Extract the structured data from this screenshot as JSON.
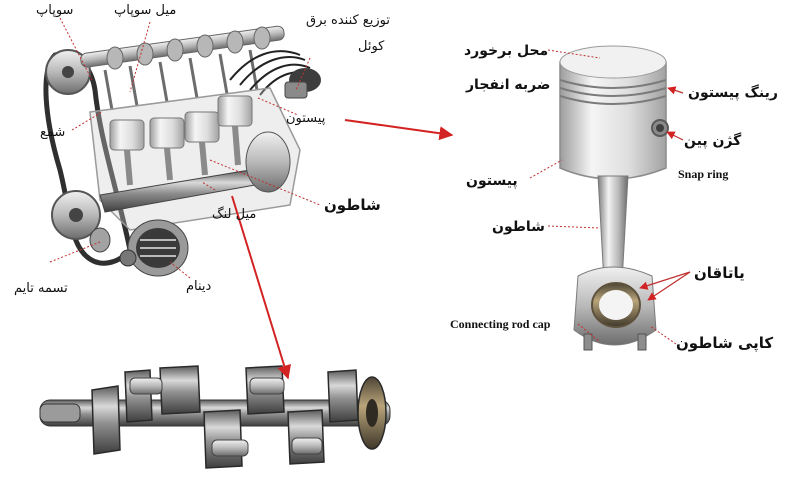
{
  "labels": {
    "valve": "سوپاپ",
    "camshaft": "میل سوپاپ",
    "distributor": "توزیع کننده برق",
    "coil": "کوئل",
    "piston_engine": "پیستون",
    "spark_plug": "شمع",
    "connecting_rod_engine": "شاطون",
    "crankshaft": "میل لنگ",
    "timing_belt": "تسمه تایم",
    "alternator": "دینام",
    "impact_area": "محل برخورد",
    "explosion_stroke": "ضربه انفجار",
    "piston_ring": "رینگ پیستون",
    "gudgeon_pin": "گژن پین",
    "snap_ring": "Snap ring",
    "piston_detail": "پیستون",
    "connecting_rod_detail": "شاطون",
    "bearing": "یاتاقان",
    "connecting_rod_cap_en": "Connecting rod cap",
    "connecting_rod_cap_fa": "کاپی شاطون"
  },
  "colors": {
    "arrow": "#d32222",
    "leader": "#333333",
    "metal_light": "#e4e4e4",
    "metal_mid": "#a9a9a9",
    "metal_dark": "#5c5c5c",
    "bronze": "#8a7550"
  }
}
